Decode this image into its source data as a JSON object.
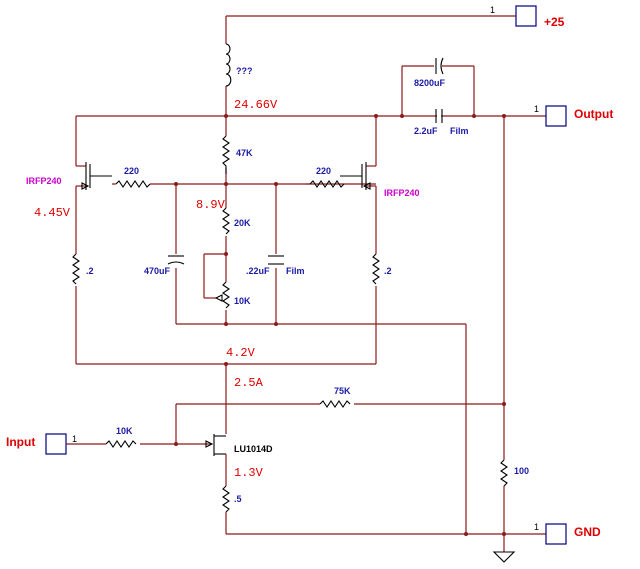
{
  "ports": {
    "supply": {
      "pin": "1",
      "label": "+25"
    },
    "output": {
      "pin": "1",
      "label": "Output"
    },
    "input": {
      "pin": "1",
      "label": "Input"
    },
    "ground": {
      "pin": "1",
      "label": "GND"
    }
  },
  "components": {
    "inductor": "???",
    "cap_top": "8200uF",
    "cap_output": "2.2uF",
    "cap_output_type": "Film",
    "r_47k": "47K",
    "r_220_left": "220",
    "r_220_right": "220",
    "r_20k": "20K",
    "cap_470": "470uF",
    "cap_22": ".22uF",
    "cap_22_type": "Film",
    "pot_10k": "10K",
    "r_left_02": ".2",
    "r_right_02": ".2",
    "r_75k": "75K",
    "r_10k_in": "10K",
    "r_05": ".5",
    "r_100": "100",
    "q_left": "IRFP240",
    "q_right": "IRFP240",
    "q_bottom": "LU1014D"
  },
  "voltages": {
    "rail": "24.66V",
    "bias": "8.9V",
    "left_gate": "4.45V",
    "source": "4.2V",
    "current": "2.5A",
    "jfet_source": "1.3V"
  },
  "colors": {
    "wire": "#8b1a1a",
    "value_label": "#1a1aa6",
    "voltage_label": "#e00000",
    "part_label": "#cc00cc",
    "port_outline": "#000080"
  }
}
